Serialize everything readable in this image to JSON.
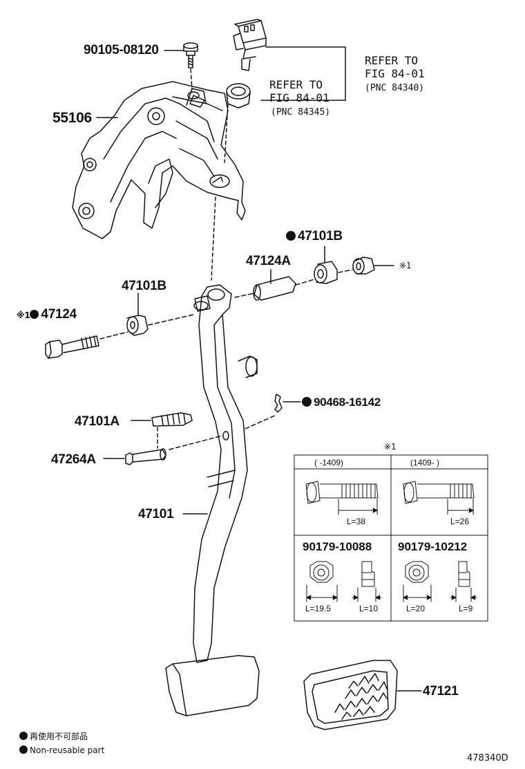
{
  "parts": {
    "p1": "90105-08120",
    "p2": "55106",
    "p3": "47101B",
    "p4": "47124A",
    "p5": "47101B",
    "p6": "47124",
    "p7": "47101A",
    "p8": "47264A",
    "p9": "90468-16142",
    "p10": "47101",
    "p11": "47121"
  },
  "marks": {
    "ref_mark": "※1",
    "ref_mark_small": "※1"
  },
  "refs": {
    "ref1_line1": "REFER TO",
    "ref1_line2": "FIG 84-01",
    "ref1_pnc": "(PNC 84340)",
    "ref2_line1": "REFER TO",
    "ref2_line2": "FIG 84-01",
    "ref2_pnc": "(PNC 84345)"
  },
  "table": {
    "title": "※1",
    "col1_header": "(    -1409)",
    "col2_header": "(1409-    )",
    "bolt1_len": "L=38",
    "bolt2_len": "L=26",
    "nut1_pn": "90179-10088",
    "nut2_pn": "90179-10212",
    "nut1_l1": "L=19.5",
    "nut1_l2": "L=10",
    "nut2_l1": "L=20",
    "nut2_l2": "L=9"
  },
  "legend": {
    "jp": "再使用不可部品",
    "en": "Non-reusable part"
  },
  "figure_id": "478340D"
}
